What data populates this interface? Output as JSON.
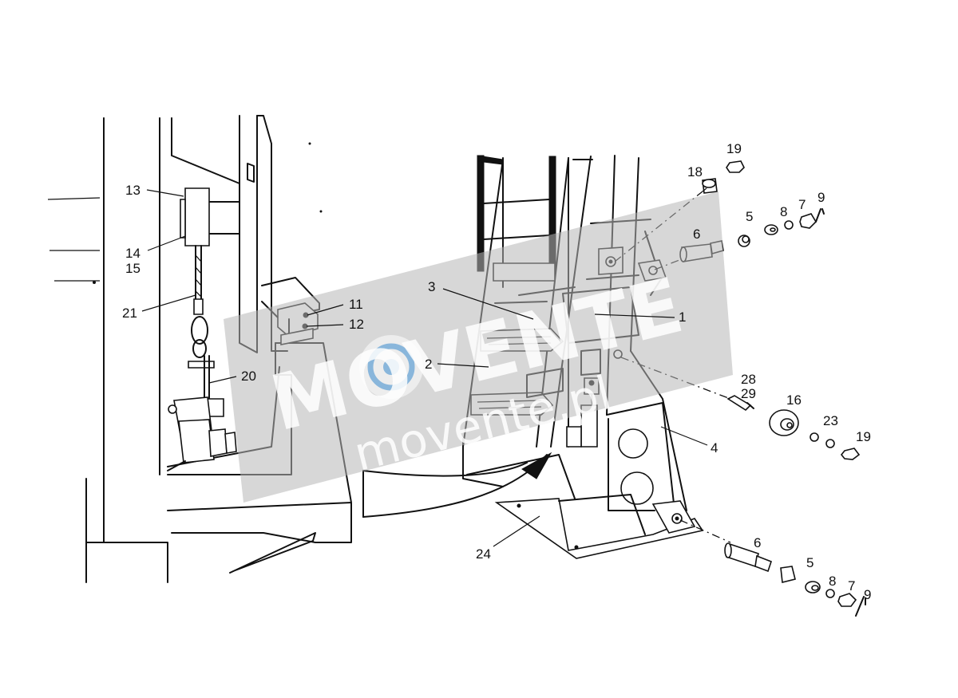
{
  "diagram": {
    "callouts": {
      "c1": "1",
      "c2": "2",
      "c3": "3",
      "c4": "4",
      "c5a": "5",
      "c5b": "5",
      "c6a": "6",
      "c6b": "6",
      "c7a": "7",
      "c7b": "7",
      "c8a": "8",
      "c8b": "8",
      "c9a": "9",
      "c9b": "9",
      "c11": "11",
      "c12": "12",
      "c13": "13",
      "c14": "14",
      "c15": "15",
      "c16": "16",
      "c18": "18",
      "c19a": "19",
      "c19b": "19",
      "c20": "20",
      "c21": "21",
      "c23": "23",
      "c24": "24",
      "c28": "28",
      "c29": "29"
    }
  },
  "watermark": {
    "brand": "MOVENTE",
    "url": "movente.pl",
    "band_color": "#b7b7b7"
  }
}
